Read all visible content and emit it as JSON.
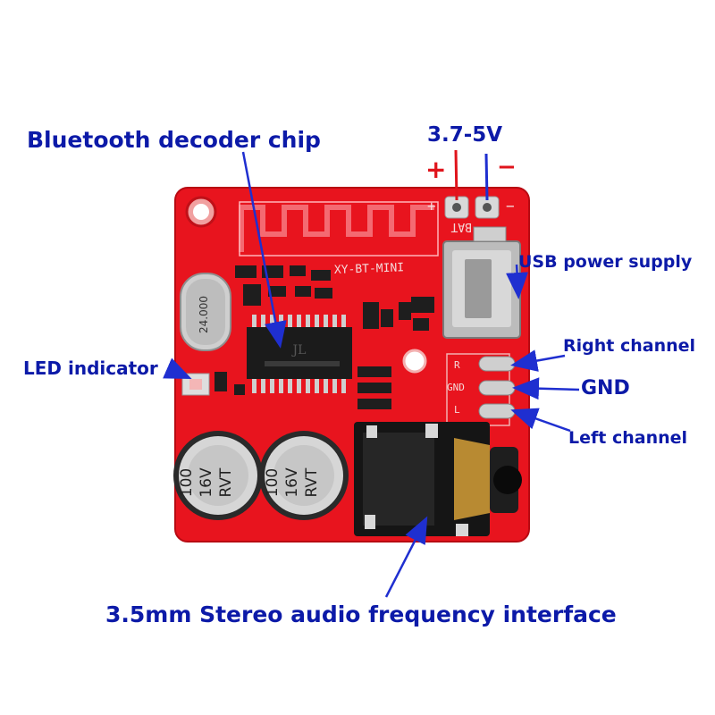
{
  "labels": {
    "decoder_chip": "Bluetooth decoder chip",
    "voltage": "3.7-5V",
    "plus": "+",
    "minus": "−",
    "usb_power": "USB power supply",
    "right_channel": "Right channel",
    "gnd": "GND",
    "left_channel": "Left channel",
    "led_indicator": "LED indicator",
    "audio_interface": "3.5mm Stereo audio frequency interface"
  },
  "board": {
    "model": "XY-BT-MINI",
    "bat_mark": "BAT",
    "plus_mark": "+",
    "minus_mark": "−",
    "pad_r": "R",
    "pad_gnd": "GND",
    "pad_l": "L",
    "crystal": "24.000",
    "cap1_value": "100",
    "cap1_voltage": "16V",
    "cap1_brand": "RVT",
    "cap2_value": "100",
    "cap2_voltage": "16V",
    "cap2_brand": "RVT",
    "chip_logo": "JL"
  },
  "colors": {
    "pcb": "#e8141e",
    "label_blue": "#0c1aa8",
    "arrow_blue": "#1f2fd0",
    "power_red": "#e0141c"
  }
}
